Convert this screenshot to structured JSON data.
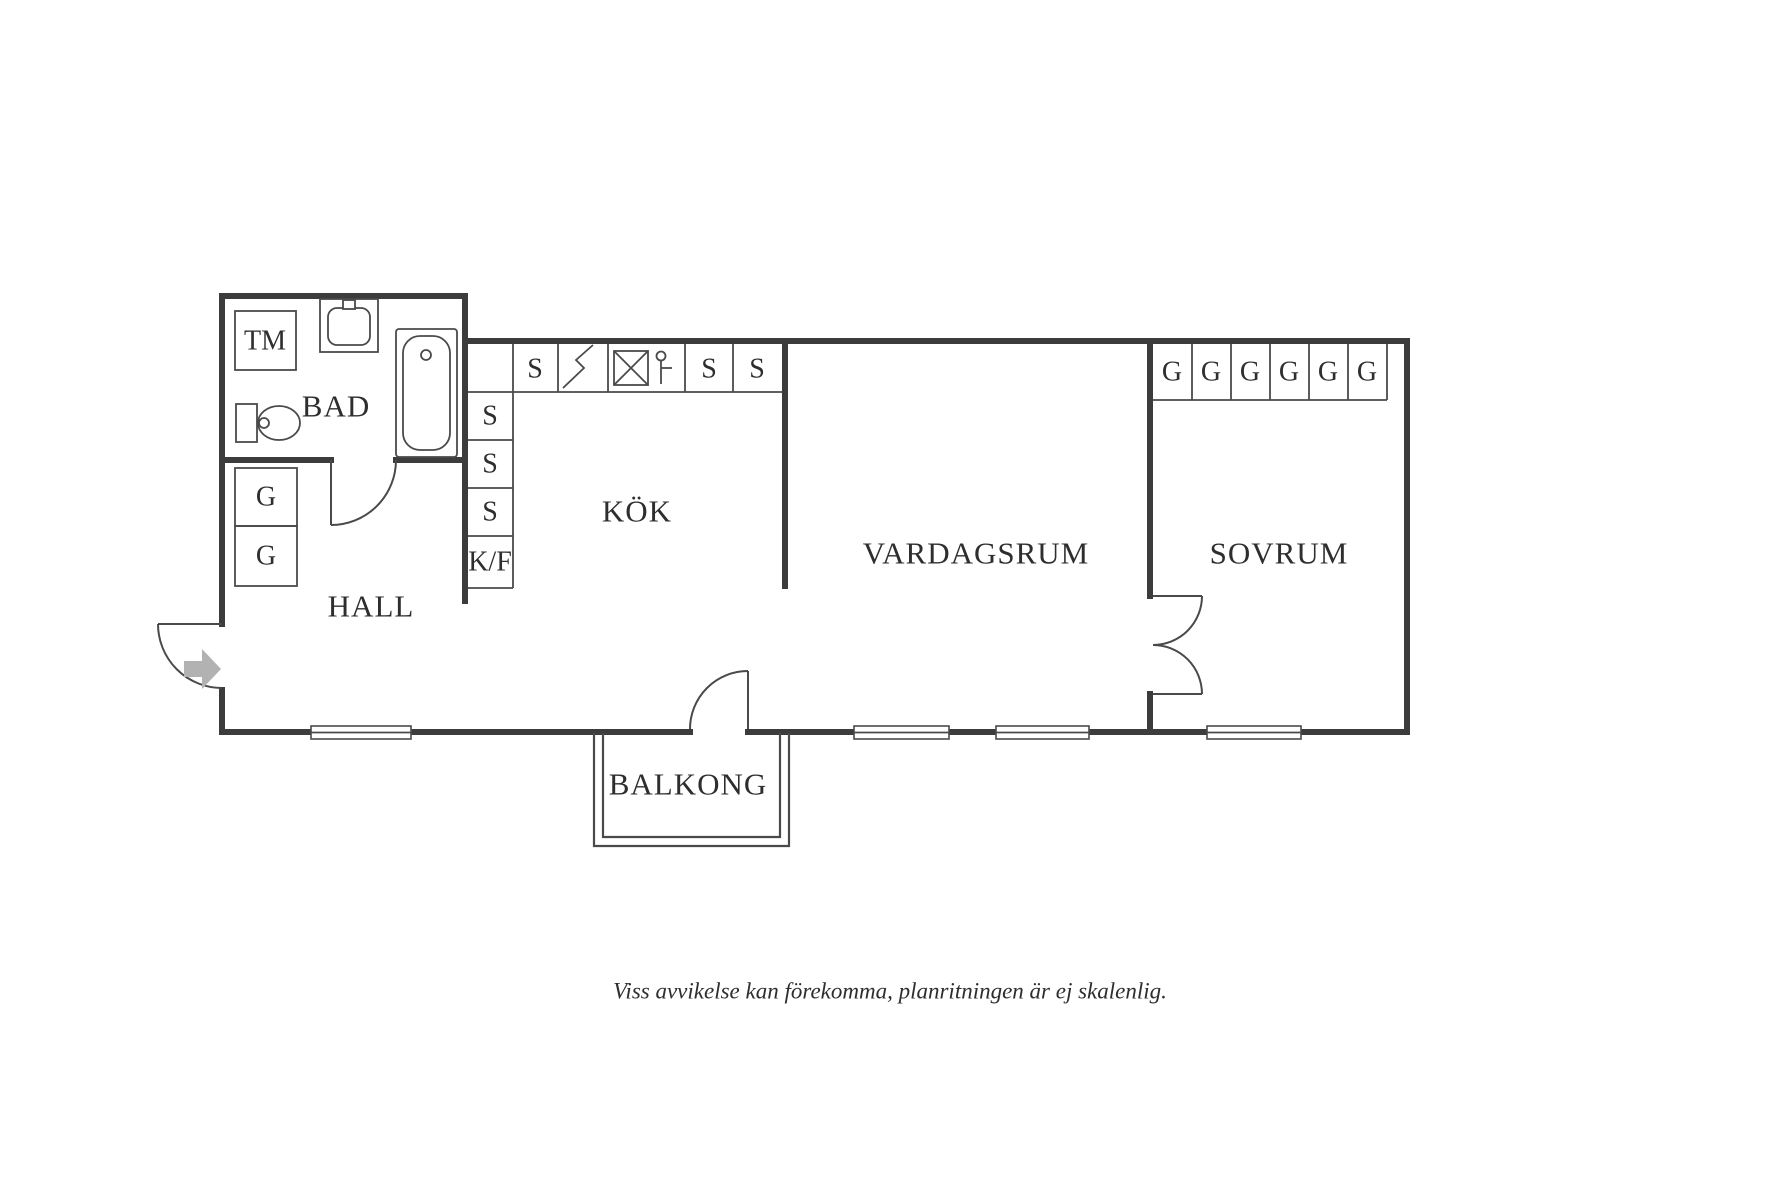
{
  "floorplan": {
    "rooms": {
      "bad": "BAD",
      "hall": "HALL",
      "kok": "KÖK",
      "vardagsrum": "VARDAGSRUM",
      "sovrum": "SOVRUM",
      "balkong": "BALKONG"
    },
    "fixtures": {
      "washing_machine": "TM",
      "wardrobe": "G",
      "cabinet": "S",
      "fridge_freezer": "K/F"
    },
    "colors": {
      "wall": "#3c3c3c",
      "thin_line": "#4a4a4a",
      "entry_arrow": "#b2b2b2",
      "text": "#2e2e2e",
      "background": "#ffffff"
    },
    "footer": {
      "disclaimer": "Viss avvikelse kan förekomma, planritningen är ej skalenlig."
    }
  }
}
